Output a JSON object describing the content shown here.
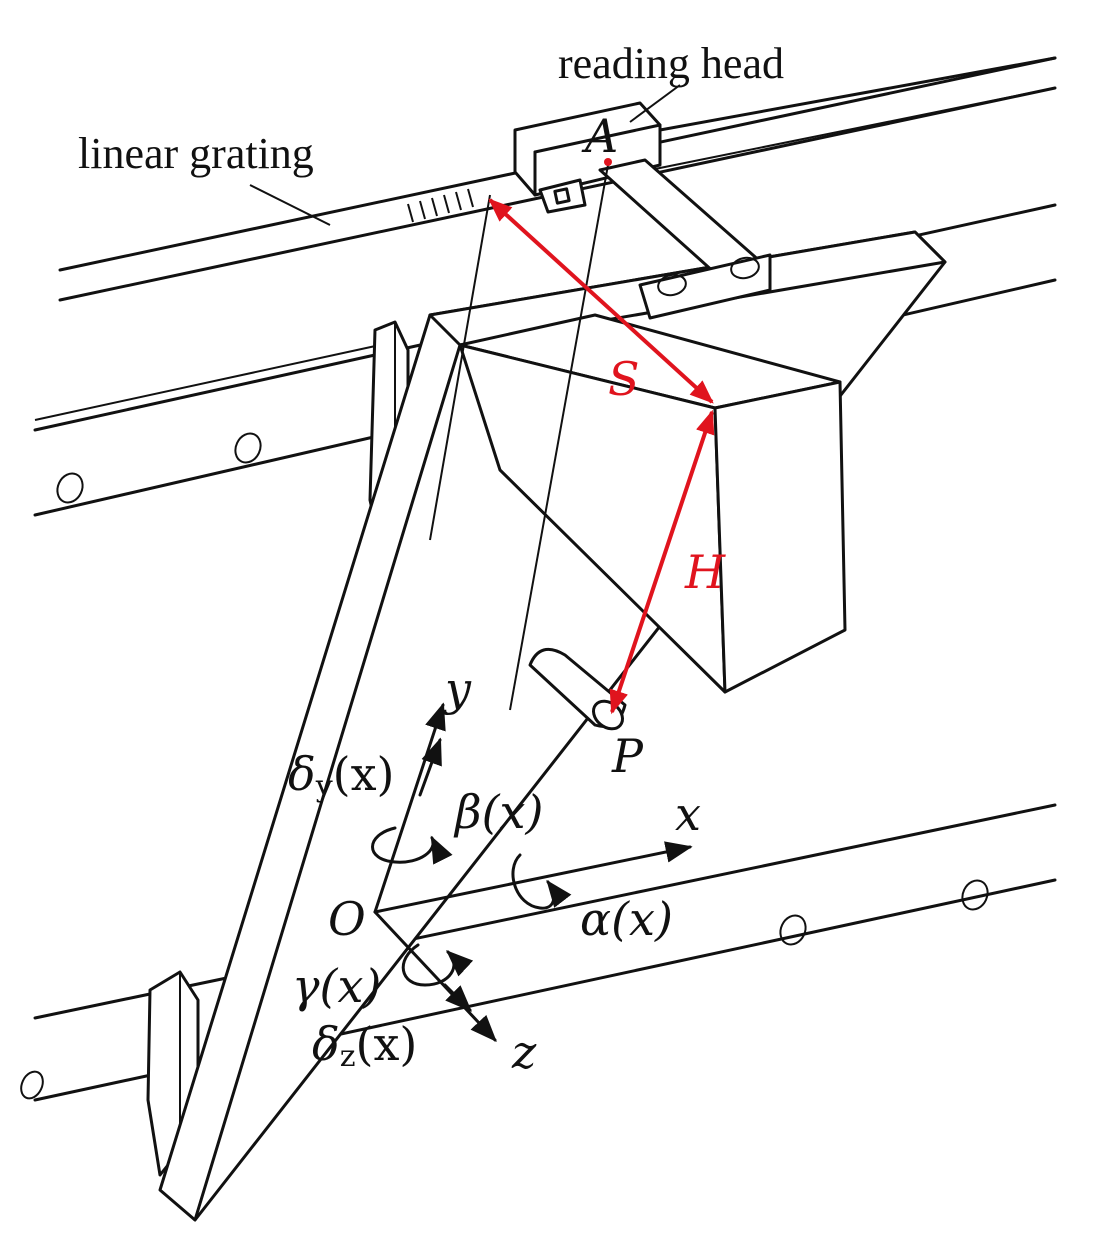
{
  "labels": {
    "reading_head": "reading head",
    "linear_grating": "linear grating",
    "point_A": "A",
    "point_P": "P",
    "point_O": "O",
    "dim_S": "S",
    "dim_H": "H",
    "axis_x": "x",
    "axis_y": "y",
    "axis_z": "z"
  },
  "errors": {
    "delta_y": {
      "symbol": "δ",
      "sub": "y",
      "arg": "(x)"
    },
    "delta_z": {
      "symbol": "δ",
      "sub": "z",
      "arg": "(x)"
    },
    "alpha": "α(x)",
    "beta": "β(x)",
    "gamma": "γ(x)"
  },
  "colors": {
    "dimension": "#e0141e",
    "line": "#111111",
    "background": "#ffffff"
  }
}
